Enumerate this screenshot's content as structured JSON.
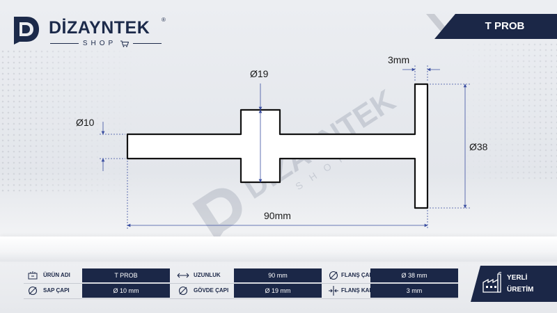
{
  "brand": {
    "name": "DİZAYNTEK",
    "registered_mark": "®",
    "sub": "SHOP",
    "navy": "#1b2747"
  },
  "title": "T PROB",
  "dimensions": {
    "shaft_diameter": "Ø10",
    "body_diameter": "Ø19",
    "flange_thickness": "3mm",
    "flange_diameter": "Ø38",
    "length": "90mm"
  },
  "specs": {
    "rows": [
      [
        {
          "icon": "ruler-box-icon",
          "label": "ÜRÜN ADI",
          "value": "T PROB"
        },
        {
          "icon": "length-arrows-icon",
          "label": "UZUNLUK",
          "value": "90 mm"
        },
        {
          "icon": "diameter-icon",
          "label": "FLANŞ ÇAPI",
          "value": "Ø 38 mm"
        }
      ],
      [
        {
          "icon": "diameter-icon",
          "label": "SAP ÇAPI",
          "value": "Ø 10 mm"
        },
        {
          "icon": "diameter-icon",
          "label": "GÖVDE ÇAPI",
          "value": "Ø 19 mm"
        },
        {
          "icon": "thickness-arrows-icon",
          "label": "FLANŞ KALINLIĞI",
          "value": "3 mm"
        }
      ]
    ]
  },
  "badge": {
    "line1": "YERLİ",
    "line2": "ÜRETİM",
    "icon": "factory-icon"
  }
}
